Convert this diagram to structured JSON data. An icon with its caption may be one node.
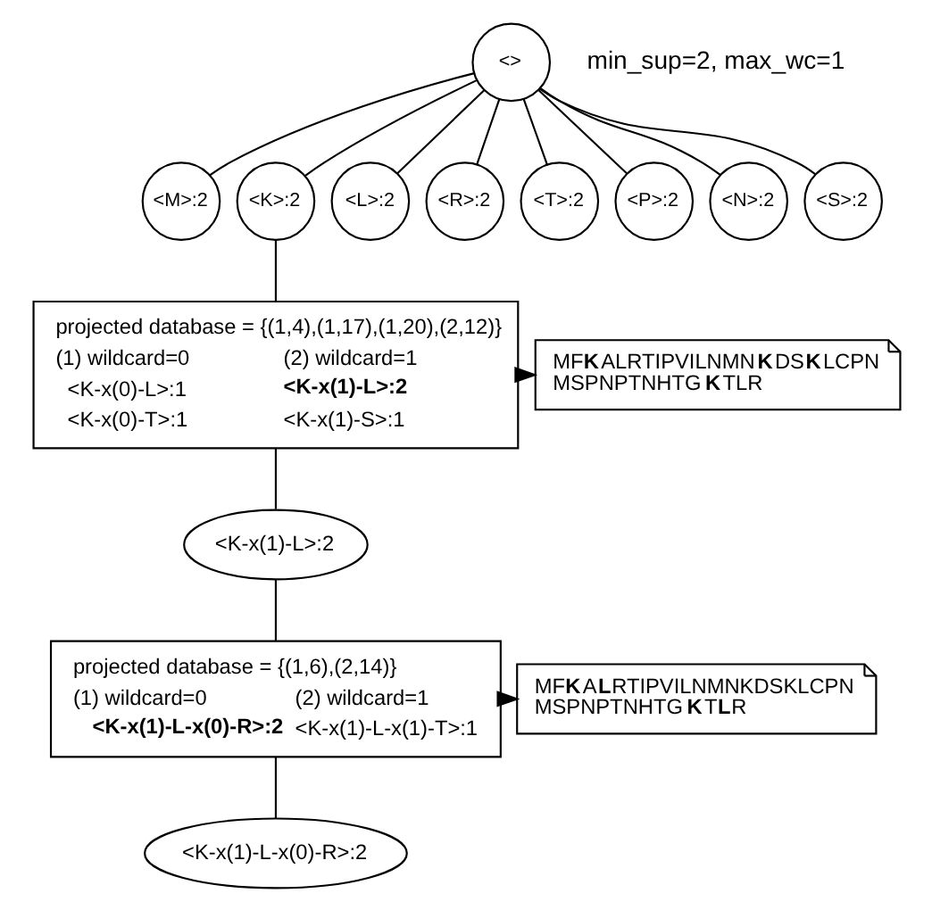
{
  "diagram": {
    "nodes": [
      {
        "text": [
          "<>"
        ]
      },
      {
        "text": [
          "<M>:2"
        ]
      },
      {
        "text": [
          "<K>:2"
        ]
      },
      {
        "text": [
          "<L>:2"
        ]
      },
      {
        "text": [
          "<R>:2"
        ]
      },
      {
        "text": [
          "<T>:2"
        ]
      },
      {
        "text": [
          "<P>:2"
        ]
      },
      {
        "text": [
          "<N>:2"
        ]
      },
      {
        "text": [
          "<S>:2"
        ]
      },
      {
        "text": [
          "projected database = {(1,4),(1,17),(1,20),(2,12)}",
          "(1) wildcard=0",
          "(2) wildcard=1",
          "<K-x(0)-L>:1",
          "**<K-x(1)-L>:2**",
          "<K-x(0)-T>:1",
          "<K-x(1)-S>:1"
        ]
      },
      {
        "text": [
          "MF**K**ALRTIPVILNMN**K**DS**K**LCPN",
          "MSPNPTNHTG**K**TLR"
        ]
      },
      {
        "text": [
          "<K-x(1)-L>:2"
        ]
      },
      {
        "text": [
          "projected database = {(1,6),(2,14)}",
          "(1) wildcard=0",
          "(2) wildcard=1",
          "**<K-x(1)-L-x(0)-R>:2**",
          "<K-x(1)-L-x(1)-T>:1"
        ]
      },
      {
        "text": [
          "MF**K**A**L**RTIPVILNMNKDSKLCPN",
          "MSPNPTNHTG**K**T**L**R"
        ]
      },
      {
        "text": [
          "<K-x(1)-L-x(0)-R>:2"
        ]
      }
    ],
    "edges": [
      {
        "from": 0,
        "to": 1,
        "arrow": "none"
      },
      {
        "from": 0,
        "to": 2,
        "arrow": "none"
      },
      {
        "from": 0,
        "to": 3,
        "arrow": "none"
      },
      {
        "from": 0,
        "to": 4,
        "arrow": "none"
      },
      {
        "from": 0,
        "to": 5,
        "arrow": "none"
      },
      {
        "from": 0,
        "to": 6,
        "arrow": "none"
      },
      {
        "from": 0,
        "to": 7,
        "arrow": "none"
      },
      {
        "from": 0,
        "to": 8,
        "arrow": "none"
      },
      {
        "from": 2,
        "to": 9,
        "arrow": "none"
      },
      {
        "from": 9,
        "to": 10,
        "arrow": "to"
      },
      {
        "from": 9,
        "to": 11,
        "arrow": "none"
      },
      {
        "from": 11,
        "to": 12,
        "arrow": "none"
      },
      {
        "from": 12,
        "to": 13,
        "arrow": "to"
      },
      {
        "from": 12,
        "to": 14,
        "arrow": "none"
      }
    ],
    "labels": [
      "min_sup=2, max_wc=1"
    ]
  }
}
